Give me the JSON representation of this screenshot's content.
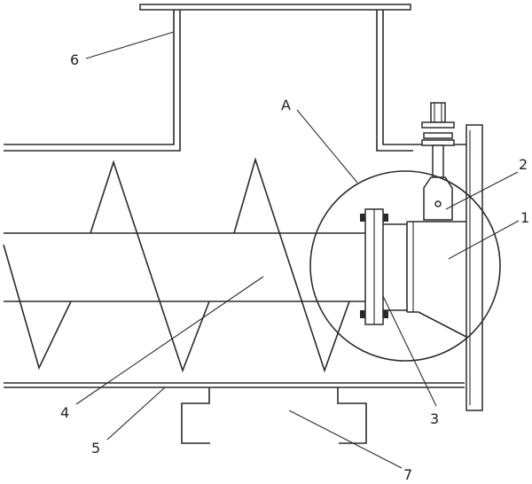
{
  "labels": {
    "part_1": "1",
    "part_2": "2",
    "part_3": "3",
    "part_4": "4",
    "part_5": "5",
    "part_6": "6",
    "part_7": "7",
    "detail_a": "A"
  },
  "colors": {
    "line": "#2a2a2a",
    "background": "#ffffff"
  }
}
